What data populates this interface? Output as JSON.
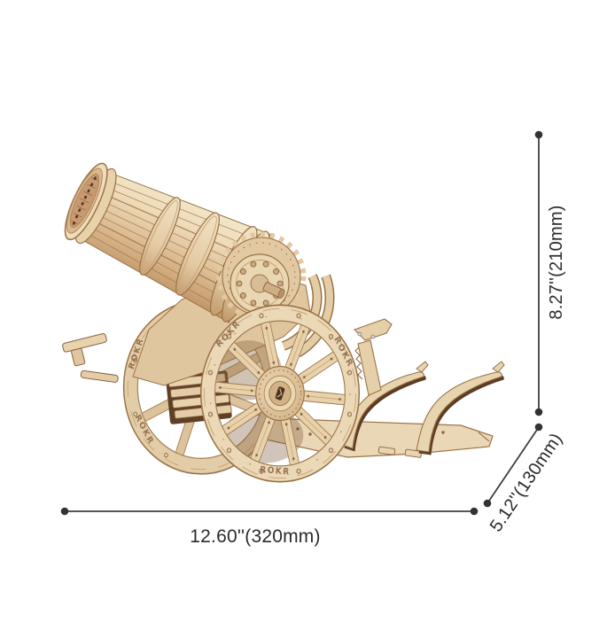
{
  "figure": {
    "background": "#ffffff"
  },
  "product": {
    "brand": "ROKR",
    "colors": {
      "wood_light": "#efdfc0",
      "wood_mid": "#dfc49e",
      "wood_shade": "#c3a077",
      "wood_edge": "#9a7347",
      "wood_dark": "#5c3d24"
    }
  },
  "dimensions": {
    "height_label": "8.27''(210mm)",
    "width_label": "12.60''(320mm)",
    "depth_label": "5.12''(130mm)",
    "line_color": "#3f3f3f",
    "dot_color": "#333333",
    "text_color": "#2b2b2b"
  }
}
